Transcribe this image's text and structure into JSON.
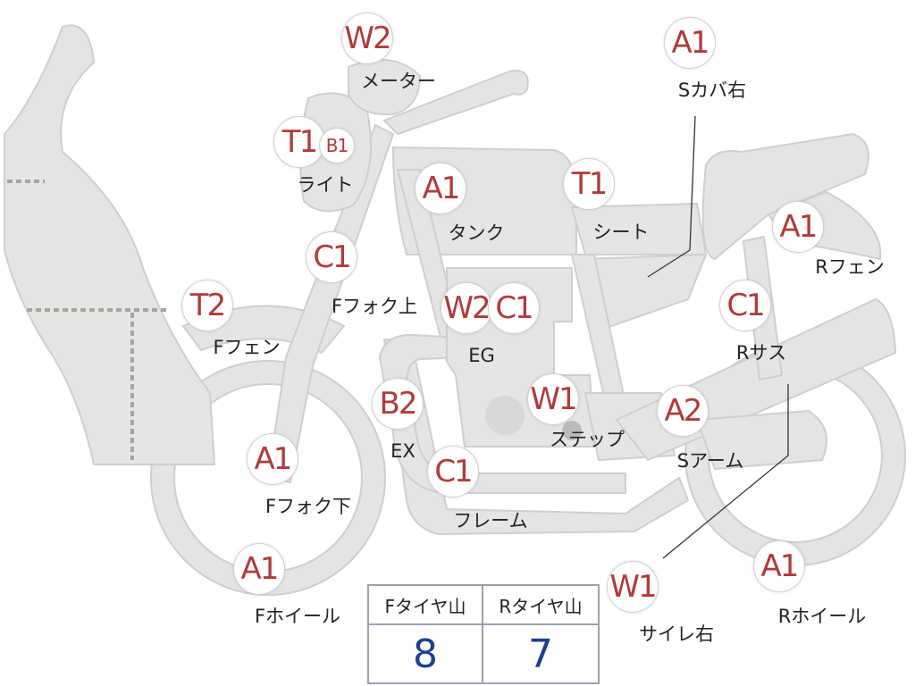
{
  "colors": {
    "part_fill": "#e5e5e3",
    "part_stroke": "#cfcfcd",
    "badge_text": "#b23a3a",
    "label_text": "#222222",
    "table_border": "#9aa2ad",
    "table_value": "#1d3f8f"
  },
  "parts": [
    {
      "id": "meter",
      "code": "W2",
      "label": "メーター"
    },
    {
      "id": "light",
      "code": "T1",
      "code2": "B1",
      "label": "ライト"
    },
    {
      "id": "tank",
      "code": "A1",
      "label": "タンク"
    },
    {
      "id": "seat",
      "code": "T1",
      "label": "シート"
    },
    {
      "id": "s-cover-right",
      "code": "A1",
      "label": "Sカバ右"
    },
    {
      "id": "r-fender",
      "code": "A1",
      "label": "Rフェン"
    },
    {
      "id": "f-fork-upper",
      "code": "C1",
      "label": "Fフォク上"
    },
    {
      "id": "f-fender",
      "code": "T2",
      "label": "Fフェン"
    },
    {
      "id": "engine",
      "code": "W2",
      "code2": "C1",
      "label": "EG"
    },
    {
      "id": "r-suspension",
      "code": "C1",
      "label": "Rサス"
    },
    {
      "id": "exhaust",
      "code": "B2",
      "label": "EX"
    },
    {
      "id": "step",
      "code": "W1",
      "label": "ステップ"
    },
    {
      "id": "swing-arm",
      "code": "A2",
      "label": "Sアーム"
    },
    {
      "id": "f-fork-lower",
      "code": "A1",
      "label": "Fフォク下"
    },
    {
      "id": "frame",
      "code": "C1",
      "label": "フレーム"
    },
    {
      "id": "f-wheel",
      "code": "A1",
      "label": "Fホイール"
    },
    {
      "id": "silencer-right",
      "code": "W1",
      "label": "サイレ右"
    },
    {
      "id": "r-wheel",
      "code": "A1",
      "label": "Rホイール"
    }
  ],
  "tread_table": {
    "front_header": "Fタイヤ山",
    "rear_header": "Rタイヤ山",
    "front_value": "8",
    "rear_value": "7"
  }
}
